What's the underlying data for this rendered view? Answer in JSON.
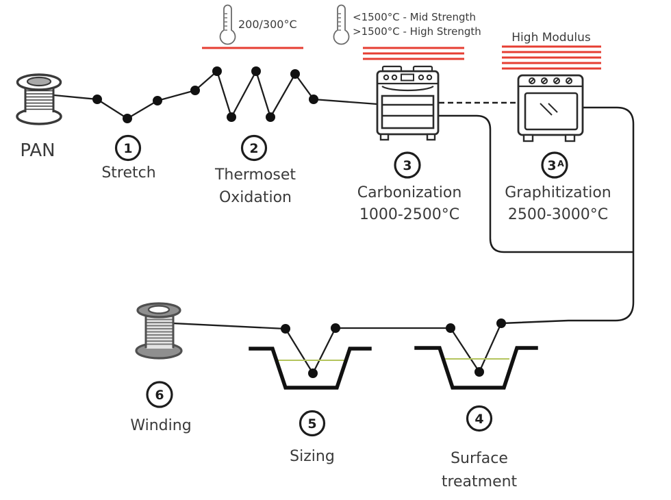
{
  "source": {
    "label": "PAN"
  },
  "steps": {
    "stretch": {
      "num": "1",
      "label": "Stretch"
    },
    "thermoset": {
      "num": "2",
      "line1": "Thermoset",
      "line2": "Oxidation",
      "temp": "200/300°C"
    },
    "carbonization": {
      "num": "3",
      "label": "Carbonization",
      "temp": "1000-2500°C",
      "note1": "<1500°C - Mid Strength",
      "note2": ">1500°C - High Strength"
    },
    "graphitization": {
      "num": "3",
      "suffix": "A",
      "label": "Graphitization",
      "temp": "2500-3000°C",
      "note": "High Modulus"
    },
    "surface": {
      "num": "4",
      "line1": "Surface",
      "line2": "treatment"
    },
    "sizing": {
      "num": "5",
      "label": "Sizing"
    },
    "winding": {
      "num": "6",
      "label": "Winding"
    }
  },
  "colors": {
    "line": "#1d1d1d",
    "text": "#3a3a3a",
    "heat_red": "#e63e32",
    "liquid_green": "#b3c45c",
    "spool_gray": "#8f8f8f"
  }
}
